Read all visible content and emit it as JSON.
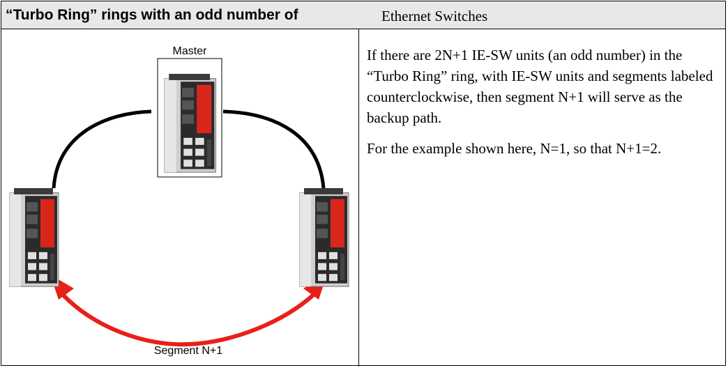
{
  "header": {
    "title_bold": "“Turbo Ring” rings with an odd number of",
    "title_rest": "Ethernet Switches"
  },
  "diagram": {
    "master_label": "Master",
    "segment_label": "Segment N+1",
    "ring_color": "#000000",
    "backup_color": "#e8201a",
    "switch_icon": "ethernet-switch-icon"
  },
  "body": {
    "paragraph1": "If there are 2N+1 IE-SW units (an odd number) in the “Turbo Ring” ring, with IE-SW units and segments labeled counterclockwise, then segment N+1 will serve as the backup path.",
    "paragraph2": "For the example shown here, N=1, so that N+1=2."
  }
}
